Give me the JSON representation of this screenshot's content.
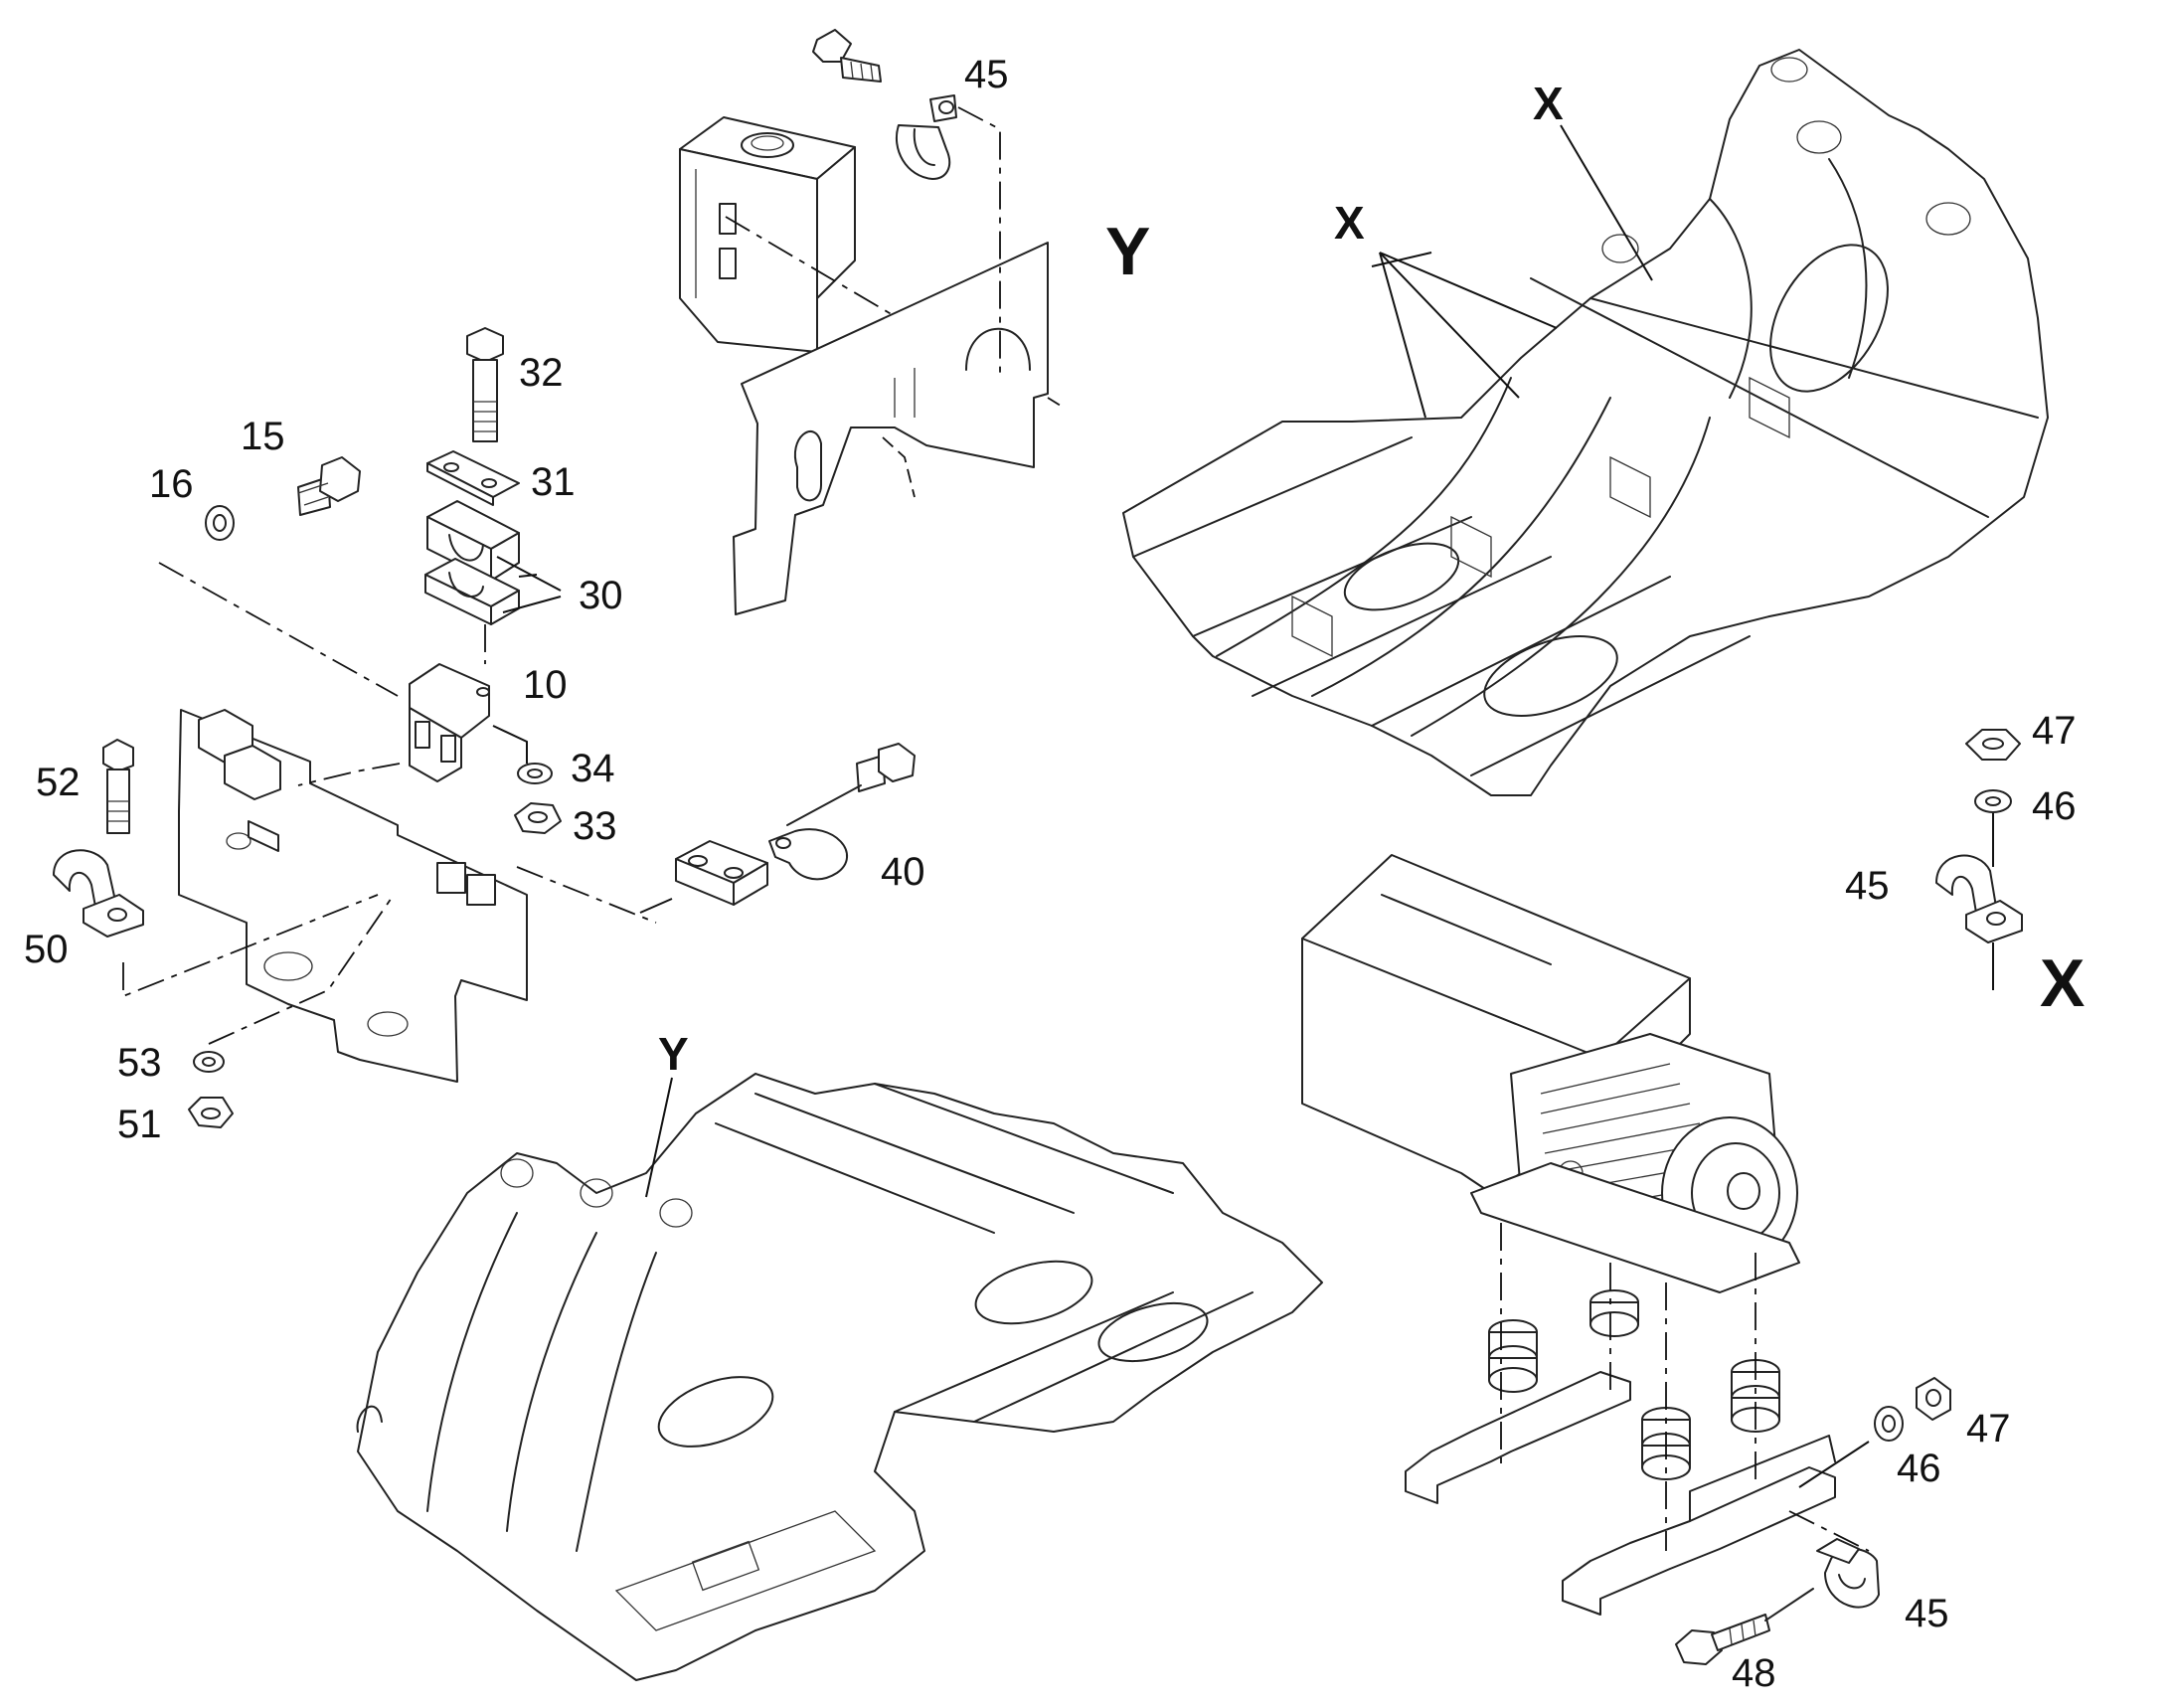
{
  "labels": {
    "p10": "10",
    "p15": "15",
    "p16": "16",
    "p30": "30",
    "p31": "31",
    "p32": "32",
    "p33": "33",
    "p34": "34",
    "p40": "40",
    "p45_top": "45",
    "p45_right": "45",
    "p45_bottom": "45",
    "p46_right": "46",
    "p46_bottom": "46",
    "p47_right": "47",
    "p47_bottom": "47",
    "p48": "48",
    "p50": "50",
    "p51": "51",
    "p52": "52",
    "p53": "53"
  },
  "views": {
    "y_top": "Y",
    "y_frame": "Y",
    "x_frame_1": "X",
    "x_frame_2": "X",
    "x_detail": "X"
  }
}
